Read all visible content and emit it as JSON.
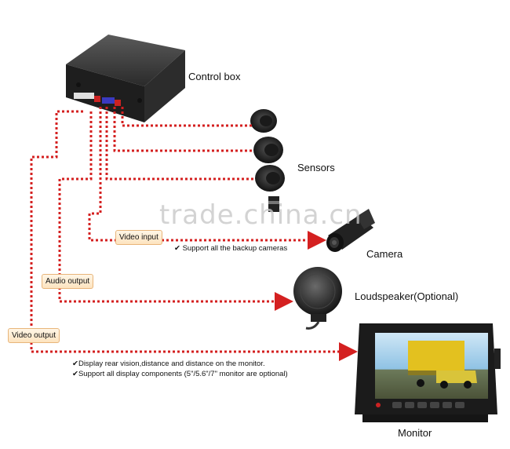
{
  "labels": {
    "control_box": "Control box",
    "sensors": "Sensors",
    "camera": "Camera",
    "loudspeaker": "Loudspeaker(Optional)",
    "monitor": "Monitor"
  },
  "tags": {
    "video_input": "Video input",
    "audio_output": "Audio output",
    "video_output": "Video output"
  },
  "notes": {
    "camera_support": "✔ Support all the backup cameras",
    "monitor_line1": "✔Display rear vision,distance and distance on the monitor.",
    "monitor_line2": "✔Support all display components (5\"/5.6\"/7\" monitor are optional)"
  },
  "watermark": "trade.china.cn",
  "colors": {
    "line": "#d42020",
    "tag_border": "#e8b57a"
  }
}
